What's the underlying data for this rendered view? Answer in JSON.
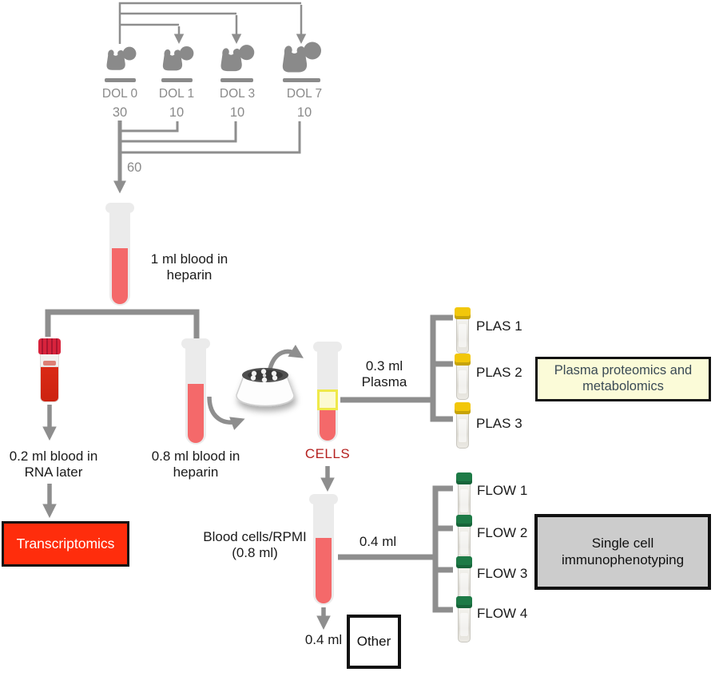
{
  "colors": {
    "line": "#8e8e8e",
    "baby": "#8a8a8a",
    "muted_text": "#8a8a8a",
    "text": "#1a1a1a",
    "glass": "#ebebeb",
    "blood_light": "#f4696a",
    "blood_dark": "#cc2310",
    "cap_red": "#d8233c",
    "plasma_fill": "#fcfad2",
    "plasma_edge": "#efe94a",
    "cap_yellow": "#f2c70a",
    "cap_green": "#1d7a46",
    "cells_text": "#b5201f",
    "transcriptomics_fill": "#ff2d0c",
    "proteomics_fill": "#fbfbd8",
    "proteomics_text": "#3a4a55",
    "immunophenotyping_fill": "#cccccc"
  },
  "cohort": {
    "timepoints": [
      {
        "label": "DOL 0",
        "count": "30"
      },
      {
        "label": "DOL 1",
        "count": "10"
      },
      {
        "label": "DOL 3",
        "count": "10"
      },
      {
        "label": "DOL 7",
        "count": "10"
      }
    ],
    "total": "60"
  },
  "collection": {
    "tube_label": "1 ml blood in heparin"
  },
  "transcriptomics": {
    "tube_label": "0.2 ml blood in RNA later",
    "box_label": "Transcriptomics"
  },
  "processing": {
    "tube_label": "0.8 ml blood in heparin"
  },
  "plasma": {
    "amount_label": "0.3 ml Plasma",
    "aliquots": [
      {
        "label": "PLAS 1"
      },
      {
        "label": "PLAS 2"
      },
      {
        "label": "PLAS 3"
      }
    ],
    "box_label": "Plasma proteomics and metabolomics"
  },
  "cells": {
    "label": "CELLS",
    "tube_label": "Blood cells/RPMI (0.8 ml)",
    "flow_amount_label": "0.4 ml",
    "aliquots": [
      {
        "label": "FLOW 1"
      },
      {
        "label": "FLOW 2"
      },
      {
        "label": "FLOW 3"
      },
      {
        "label": "FLOW 4"
      }
    ],
    "box_label": "Single cell immunophenotyping",
    "other_amount_label": "0.4 ml",
    "other_box_label": "Other"
  }
}
